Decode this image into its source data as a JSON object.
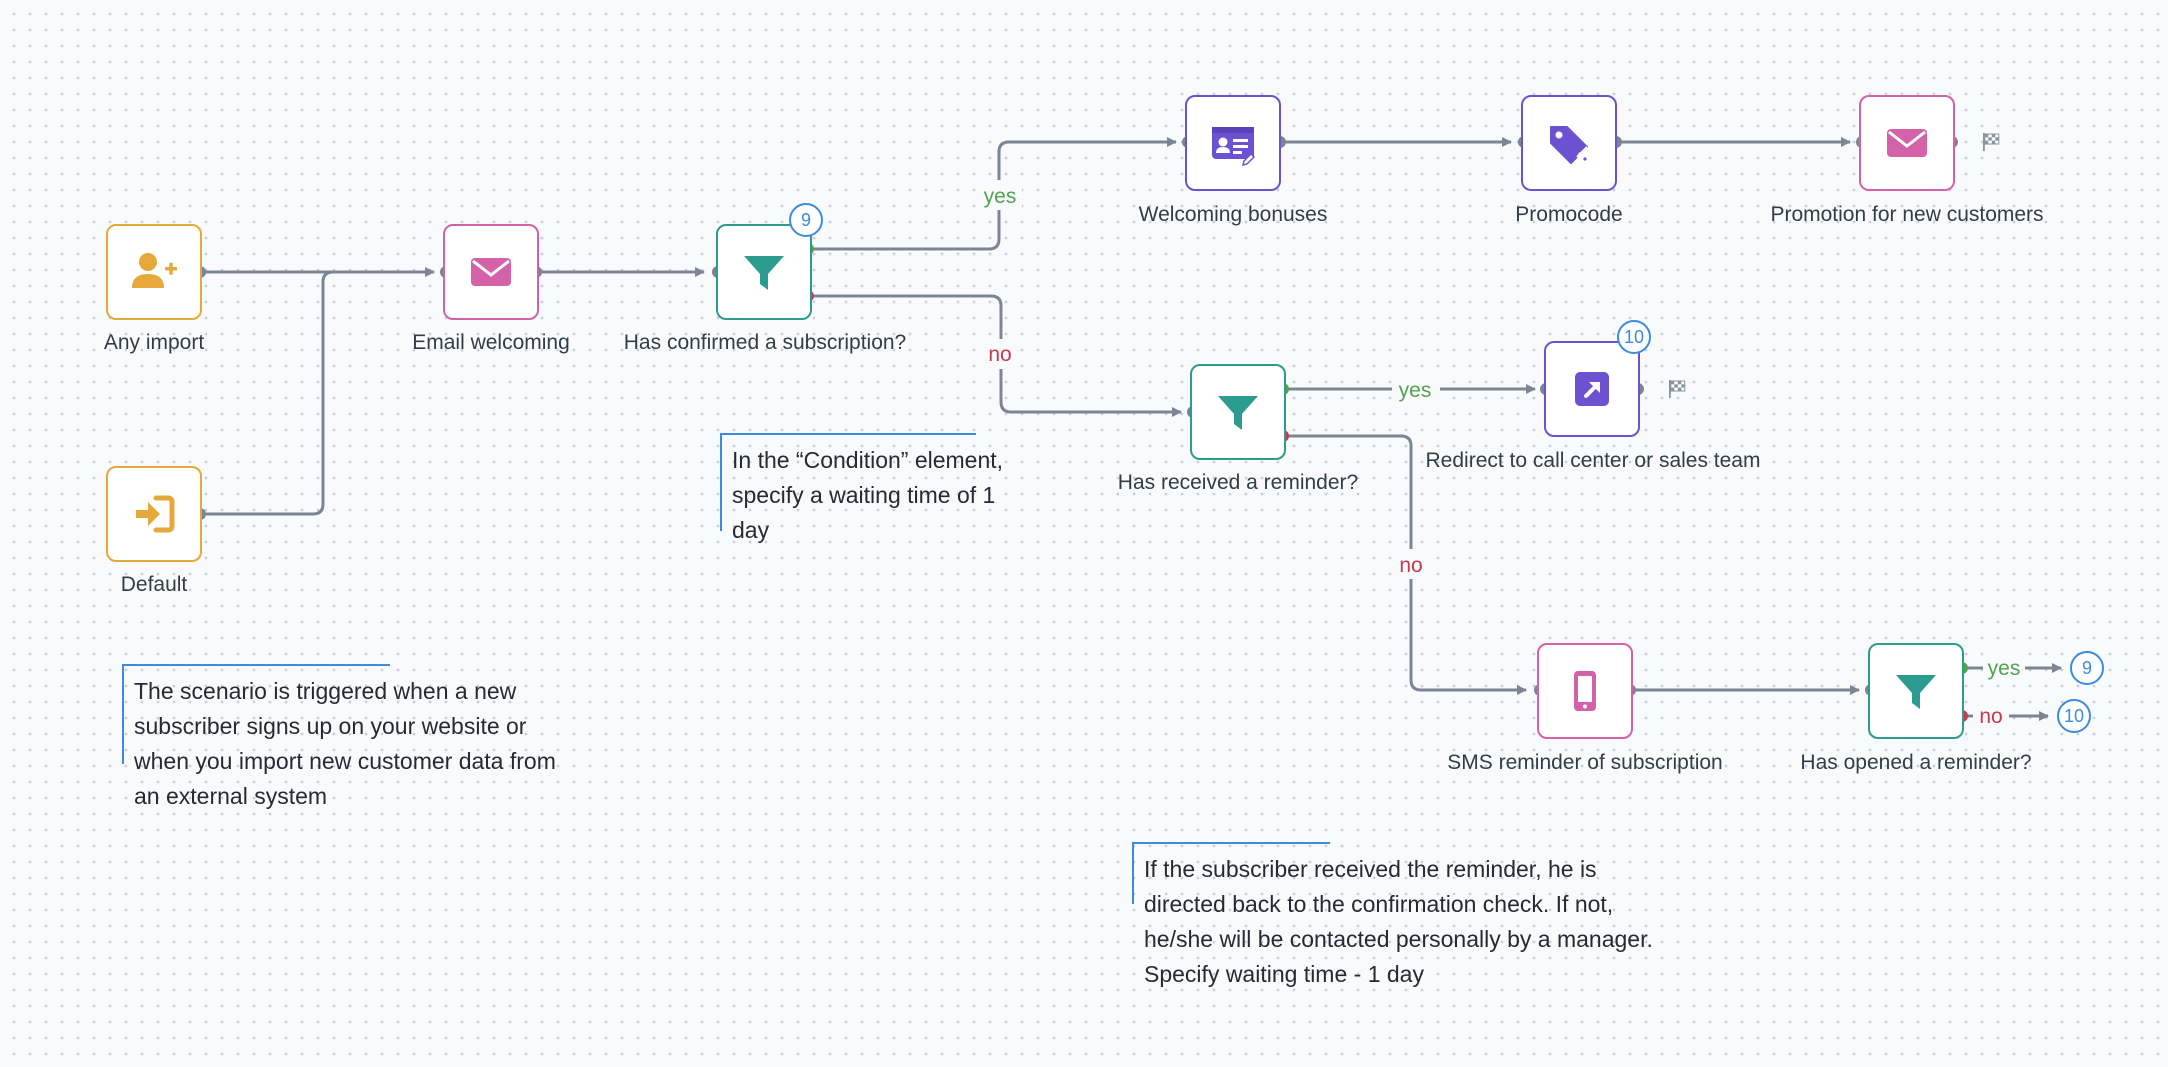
{
  "colors": {
    "connector": "#7b8594",
    "yes": "#52a350",
    "no": "#c53a4f",
    "badge": "#3b8be0",
    "orange": "#e6a83a",
    "pink": "#d462a8",
    "teal": "#2b9c8f",
    "purple": "#6c52d0"
  },
  "nodes": {
    "any_import": {
      "label": "Any import",
      "icon": "user-plus-icon"
    },
    "default": {
      "label": "Default",
      "icon": "sign-in-icon"
    },
    "email_welcoming": {
      "label": "Email welcoming",
      "icon": "envelope-icon"
    },
    "has_confirmed": {
      "label": "Has confirmed a subscription?",
      "icon": "filter-icon",
      "badge": "9"
    },
    "welcoming_bonuses": {
      "label": "Welcoming bonuses",
      "icon": "id-card-icon"
    },
    "promocode": {
      "label": "Promocode",
      "icon": "tag-icon"
    },
    "promotion": {
      "label": "Promotion for new customers",
      "icon": "envelope-icon"
    },
    "has_received": {
      "label": "Has received a reminder?",
      "icon": "filter-icon"
    },
    "redirect": {
      "label": "Redirect to call center or sales team",
      "icon": "external-link-icon",
      "badge": "10"
    },
    "sms_reminder": {
      "label": "SMS reminder of subscription",
      "icon": "mobile-icon"
    },
    "has_opened": {
      "label": "Has opened a reminder?",
      "icon": "filter-icon"
    }
  },
  "edge_labels": {
    "yes": "yes",
    "no": "no"
  },
  "refs": {
    "yes_target": "9",
    "no_target": "10"
  },
  "notes": {
    "condition": "In the “Condition” element, specify a waiting time of 1 day",
    "trigger": "The scenario is triggered when a new subscriber signs up on your website or when you import new customer data from an external system",
    "reminder": "If the subscriber received the reminder, he is directed back to the confirmation check. If not, he/she will be contacted personally by a manager. Specify waiting time - 1 day"
  }
}
